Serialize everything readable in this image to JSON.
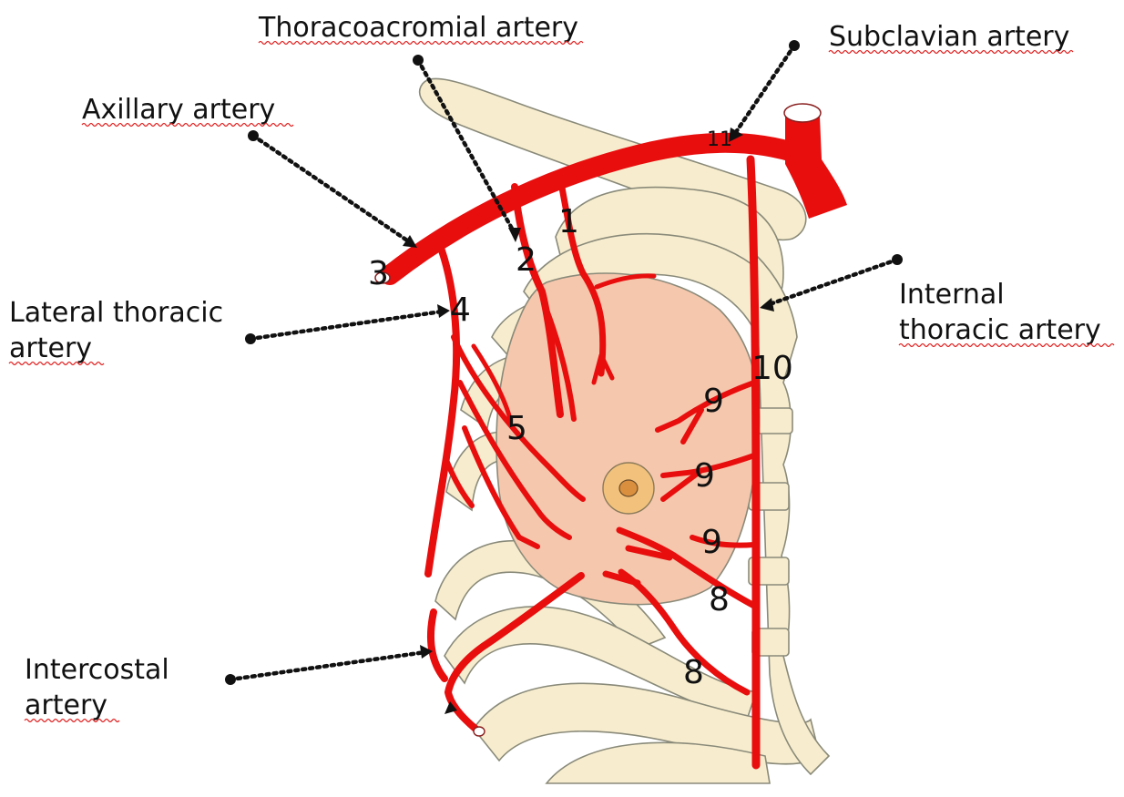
{
  "colors": {
    "artery": "#e80e0e",
    "rib": "#f7edce",
    "breast": "#f5c7ad",
    "areola": "#f2c27c",
    "nipple": "#d98f3d",
    "text": "#111111",
    "spellcheck_underline": "#e02020"
  },
  "labels": {
    "thoracoacromial": "Thoracoacromial artery",
    "subclavian": "Subclavian artery",
    "axillary": "Axillary artery",
    "lateral_thoracic_line1": "Lateral thoracic",
    "lateral_thoracic_line2": "artery",
    "internal_thoracic_line1": "Internal",
    "internal_thoracic_line2": "thoracic artery",
    "intercostal_line1": "Intercostal",
    "intercostal_line2": "artery"
  },
  "numbers": {
    "n1": "1",
    "n2": "2",
    "n3": "3",
    "n4": "4",
    "n5": "5",
    "n8a": "8",
    "n8b": "8",
    "n9a": "9",
    "n9b": "9",
    "n9c": "9",
    "n10": "10",
    "n11": "11"
  }
}
